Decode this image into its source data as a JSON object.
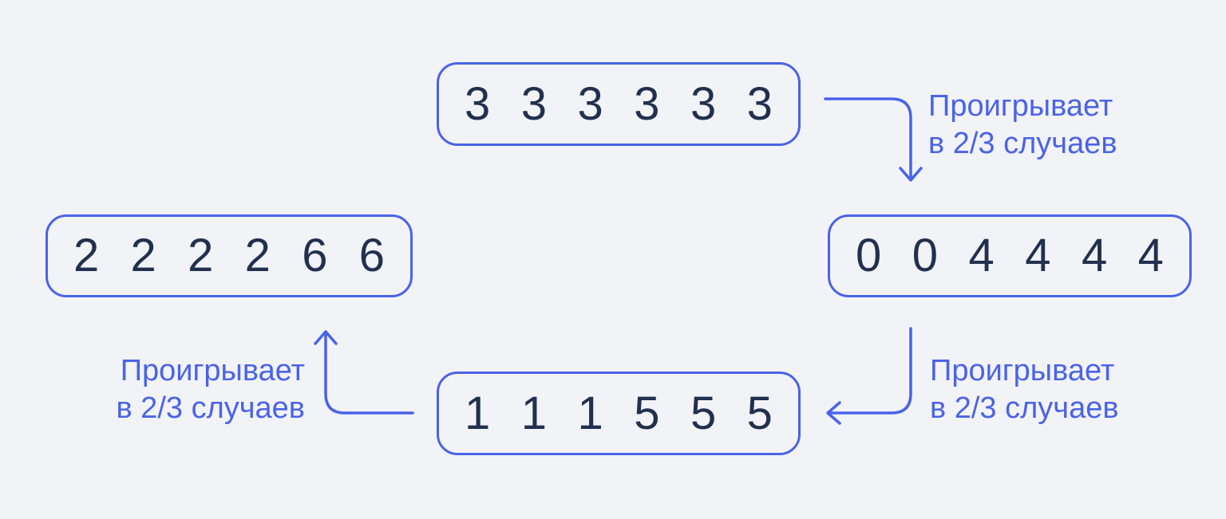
{
  "colors": {
    "background": "#F2F3F7",
    "accent": "#4A63E8",
    "number": "#22304F"
  },
  "dice": {
    "top": [
      "3",
      "3",
      "3",
      "3",
      "3",
      "3"
    ],
    "right": [
      "0",
      "0",
      "4",
      "4",
      "4",
      "4"
    ],
    "bottom": [
      "1",
      "1",
      "1",
      "5",
      "5",
      "5"
    ],
    "left": [
      "2",
      "2",
      "2",
      "2",
      "6",
      "6"
    ]
  },
  "labels": {
    "top_to_right": {
      "line1": "Проигрывает",
      "line2": "в 2/3 случаев"
    },
    "right_to_bottom": {
      "line1": "Проигрывает",
      "line2": "в 2/3 случаев"
    },
    "bottom_to_left": {
      "line1": "Проигрывает",
      "line2": "в 2/3 случаев"
    }
  }
}
